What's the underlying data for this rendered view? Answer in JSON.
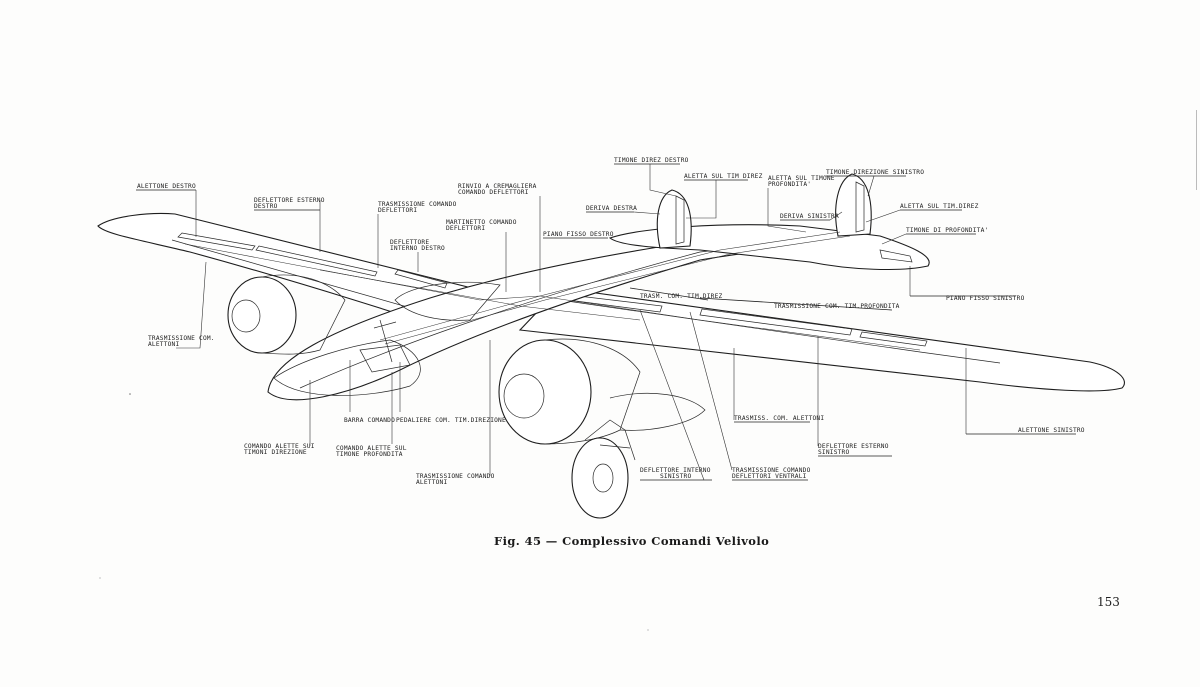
{
  "caption": "Fig. 45 — Complessivo Comandi Velivolo",
  "page_number": "153",
  "labels": {
    "alettone_destro": "ALETTONE DESTRO",
    "deflettore_esterno_destro_1": "DEFLETTORE ESTERNO",
    "deflettore_esterno_destro_2": "DESTRO",
    "trasmissione_comando_deflettori_1": "TRASMISSIONE COMANDO",
    "trasmissione_comando_deflettori_2": "DEFLETTORI",
    "rinvio_cremagliera_1": "RINVIO A CREMAGLIERA",
    "rinvio_cremagliera_2": "COMANDO DEFLETTORI",
    "martinetto_1": "MARTINETTO COMANDO",
    "martinetto_2": "DEFLETTORI",
    "deflettore_interno_destro_1": "DEFLETTORE",
    "deflettore_interno_destro_2": "INTERNO DESTRO",
    "timone_direz_destro": "TIMONE DIREZ DESTRO",
    "aletta_sul_tim_direz_1": "ALETTA SUL TIM DIREZ",
    "aletta_sul_timone_prof_1": "ALETTA SUL TIMONE",
    "aletta_sul_timone_prof_2": "PROFONDITA'",
    "timone_direzione_sinistro": "TIMONE DIREZIONE SINISTRO",
    "deriva_destra": "DERIVA DESTRA",
    "deriva_sinistra": "DERIVA SINISTRA",
    "aletta_sul_tim_direz_2": "ALETTA SUL TIM.DIREZ",
    "timone_di_profondita": "TIMONE DI PROFONDITA'",
    "piano_fisso_destro": "PIANO FISSO DESTRO",
    "piano_fisso_sinistro": "PIANO FISSO SINISTRO",
    "trasm_com_tim_direz": "TRASM. COM. TIM.DIREZ",
    "trasmissione_com_tim_profondita": "TRASMISSIONE COM. TIM.PROFONDITA",
    "trasmissione_com_alettoni_1": "TRASMISSIONE COM.",
    "trasmissione_com_alettoni_2": "ALETTONI",
    "barra_comando": "BARRA COMANDO",
    "pedaliere": "PEDALIERE COM. TIM.DIREZIONE",
    "comando_alette_tim_dir_1": "COMANDO ALETTE SUI",
    "comando_alette_tim_dir_2": "TIMONI DIREZIONE",
    "comando_alette_tim_prof_1": "COMANDO ALETTE SUL",
    "comando_alette_tim_prof_2": "TIMONE PROFONDITA",
    "trasmissione_comando_alettoni_1": "TRASMISSIONE COMANDO",
    "trasmissione_comando_alettoni_2": "ALETTONI",
    "trasmiss_com_alettoni": "TRASMISS. COM. ALETTONI",
    "deflettore_interno_sinistro_1": "DEFLETTORE INTERNO",
    "deflettore_interno_sinistro_2": "SINISTRO",
    "trasmissione_comando_deflettori_ventrali_1": "TRASMISSIONE COMANDO",
    "trasmissione_comando_deflettori_ventrali_2": "DEFLETTORI VENTRALI",
    "deflettore_esterno_sinistro_1": "DEFLETTORE ESTERNO",
    "deflettore_esterno_sinistro_2": "SINISTRO",
    "alettone_sinistro": "ALETTONE SINISTRO"
  }
}
